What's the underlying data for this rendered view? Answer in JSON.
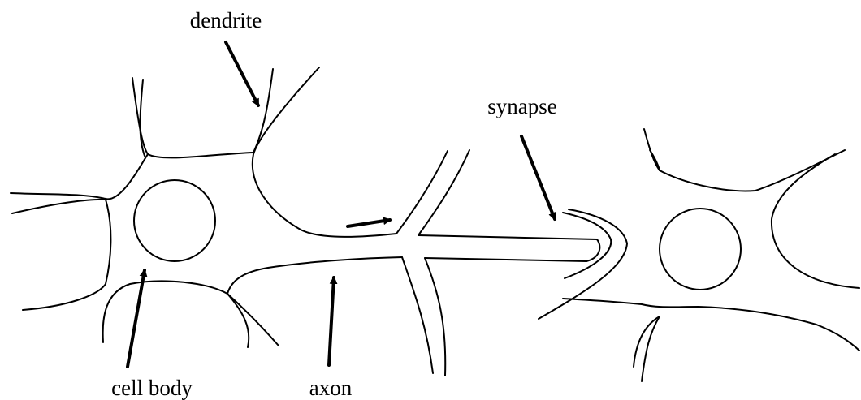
{
  "labels": {
    "dendrite": "dendrite",
    "synapse": "synapse",
    "cell_body": "cell body",
    "axon": "axon"
  },
  "colors": {
    "line": "#000000",
    "background": "#ffffff"
  }
}
